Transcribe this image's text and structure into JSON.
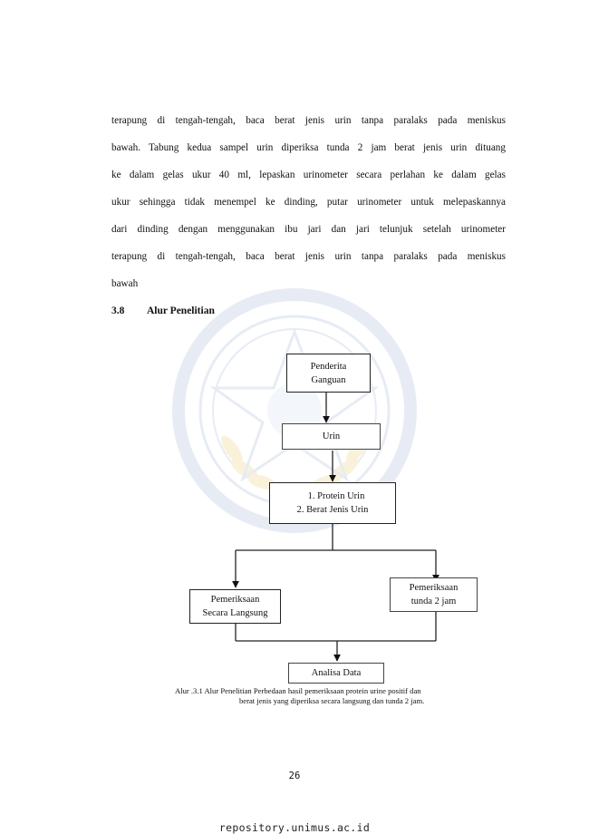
{
  "paragraph": [
    "terapung di tengah-tengah, baca berat jenis urin  tanpa paralaks pada meniskus",
    "bawah. Tabung kedua sampel urin diperiksa tunda 2 jam berat jenis urin dituang",
    "ke dalam gelas ukur 40 ml, lepaskan urinometer secara perlahan ke dalam gelas",
    "ukur sehingga tidak menempel ke dinding, putar urinometer untuk melepaskannya",
    "dari dinding dengan menggunakan ibu jari dan jari telunjuk setelah urinometer",
    "terapung di tengah-tengah, baca berat jenis urin  tanpa paralaks pada meniskus",
    "bawah"
  ],
  "section": {
    "number": "3.8",
    "title": "Alur Penelitian"
  },
  "flowchart": {
    "node1": [
      "Penderita",
      "Ganguan"
    ],
    "node2": "Urin",
    "node3": [
      "1.    Protein Urin",
      "2.    Berat Jenis Urin"
    ],
    "node_left": [
      "Pemeriksaan",
      "Secara Langsung"
    ],
    "node_right": [
      "Pemeriksaan",
      "tunda 2 jam"
    ],
    "node_final": "Analisa Data"
  },
  "caption": [
    "Alur .3.1  Alur Penelitian Perbedaan hasil pemeriksaan protein urine positif dan",
    "berat jenis yang diperiksa secara langsung dan tunda 2 jam."
  ],
  "page_number": "26",
  "footer": "repository.unimus.ac.id",
  "colors": {
    "text": "#111111",
    "watermark": "#5a7fb8",
    "watermark_accent": "#d9a400"
  }
}
